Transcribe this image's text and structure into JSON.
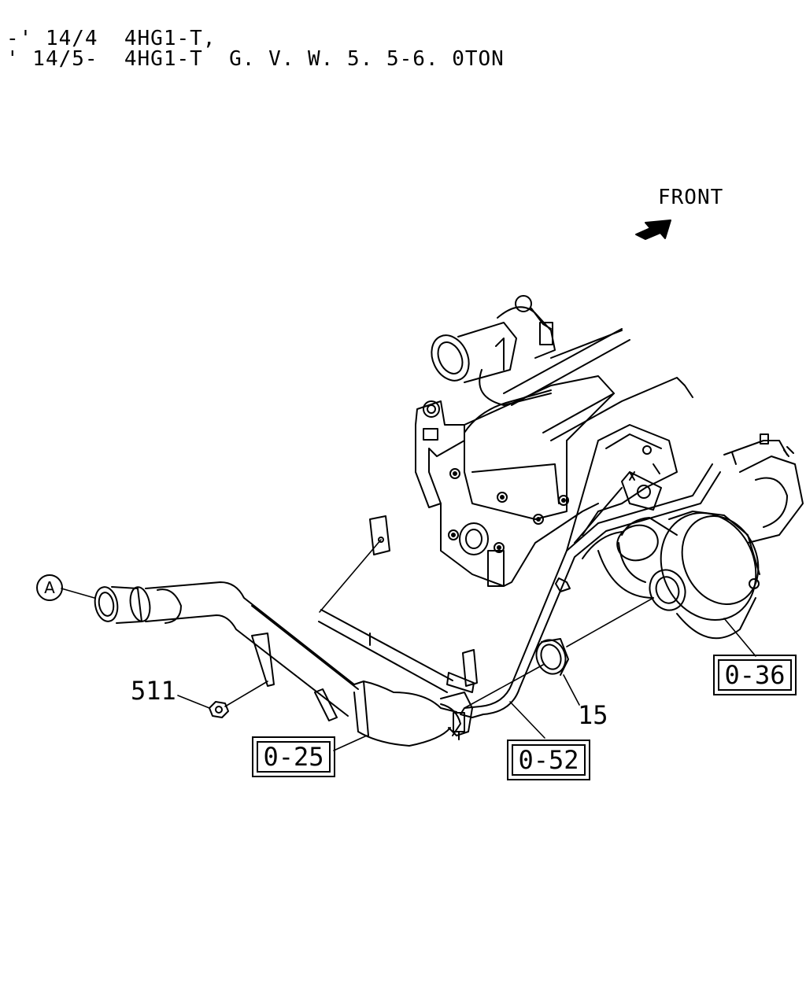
{
  "header": {
    "line1": "-' 14/4  4HG1-T,",
    "line2": "' 14/5-  4HG1-T  G. V. W. 5. 5-6. 0TON"
  },
  "orientation": {
    "label": "FRONT"
  },
  "callout": {
    "label": "A"
  },
  "parts": [
    {
      "ref": "511"
    },
    {
      "ref": "15"
    }
  ],
  "references": [
    {
      "ref": "0-25"
    },
    {
      "ref": "0-52"
    },
    {
      "ref": "0-36"
    }
  ]
}
